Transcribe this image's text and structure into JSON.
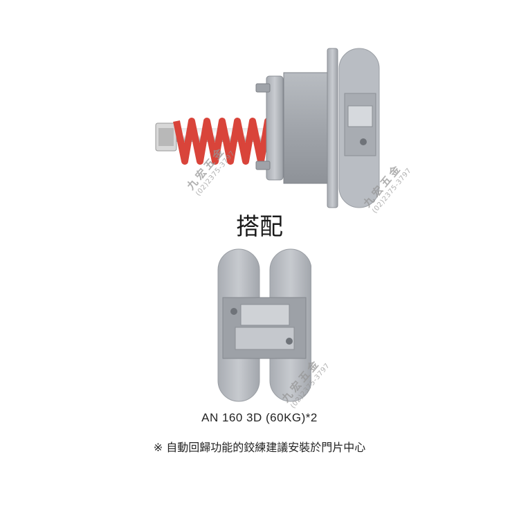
{
  "heading": "搭配",
  "model": "AN 160 3D (60KG)*2",
  "note": "※ 自動回歸功能的鉸練建議安裝於門片中心",
  "watermark": {
    "name": "九宏五金",
    "phone": "(02)2375-3797"
  },
  "colors": {
    "spring": "#d9443a",
    "metal": "#b5b9bf",
    "text": "#222222",
    "watermark": "#969696"
  }
}
